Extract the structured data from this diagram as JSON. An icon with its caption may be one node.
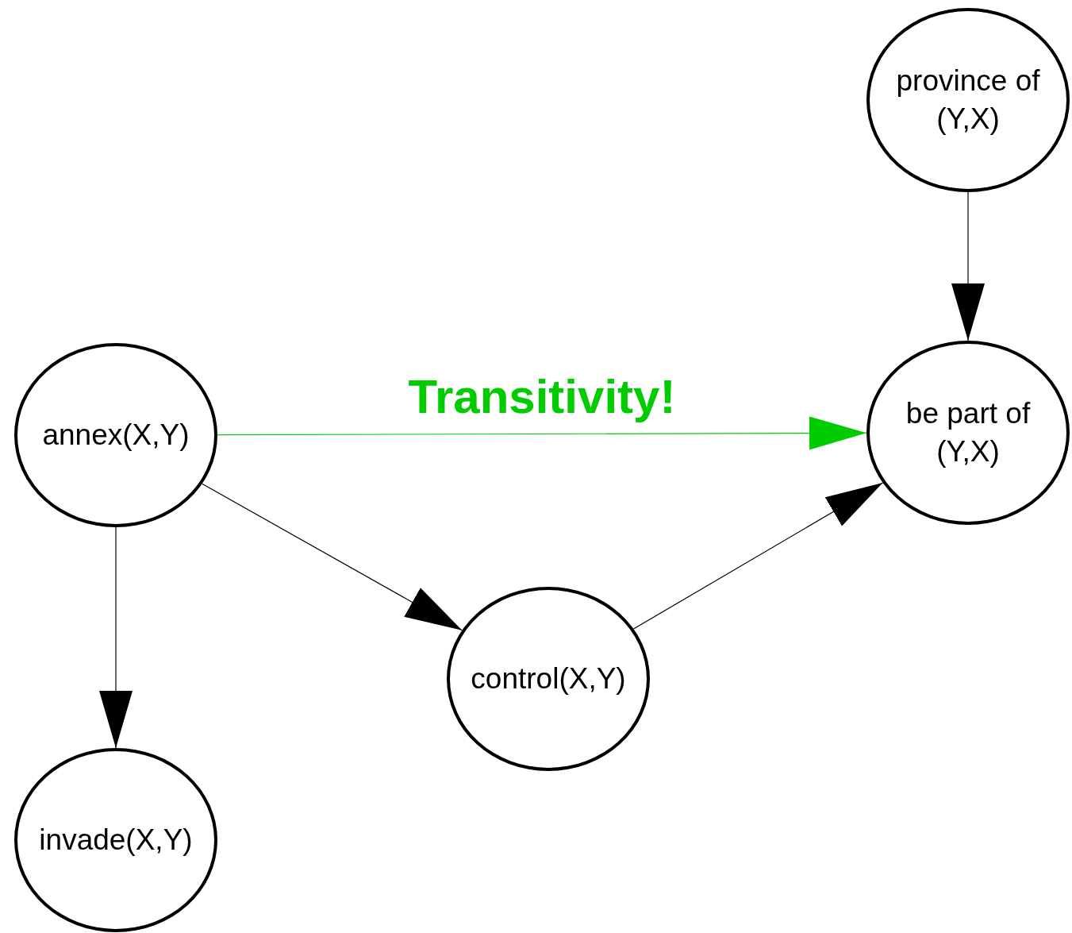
{
  "diagram": {
    "nodes": [
      {
        "text": [
          "province of (Y,X)"
        ]
      },
      {
        "text": [
          "annex(X,Y)"
        ]
      },
      {
        "text": [
          "be part of (Y,X)"
        ]
      },
      {
        "text": [
          "control(X,Y)"
        ]
      },
      {
        "text": [
          "invade(X,Y)"
        ]
      }
    ],
    "edges": [
      {
        "from": 0,
        "to": 2,
        "arrow": "to"
      },
      {
        "from": 1,
        "to": 2,
        "arrow": "to",
        "label": "Transitivity!",
        "color": "#00cc00"
      },
      {
        "from": 1,
        "to": 3,
        "arrow": "to"
      },
      {
        "from": 3,
        "to": 2,
        "arrow": "to"
      },
      {
        "from": 1,
        "to": 4,
        "arrow": "to"
      }
    ]
  }
}
